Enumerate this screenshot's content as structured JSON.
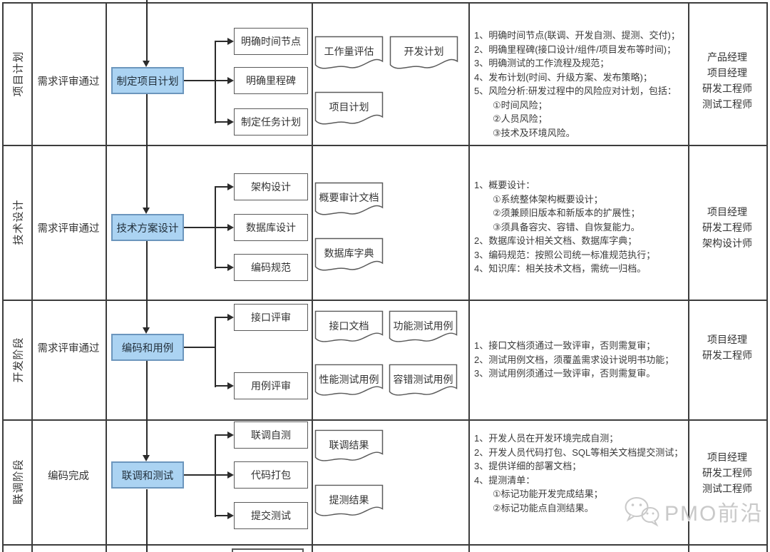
{
  "rows": [
    {
      "phase": "项目计划",
      "condition": "需求评审通过",
      "process": "制定项目计划",
      "tasks": [
        "明确时间节点",
        "明确里程碑",
        "制定任务计划"
      ],
      "documents": [
        "工作量评估",
        "开发计划",
        "项目计划"
      ],
      "notes": [
        "1、明确时间节点(联调、开发自测、提测、交付)；",
        "2、明确里程碑(接口设计/组件/项目发布等时间)；",
        "3、明确测试的工作流程及规范；",
        "4、发布计划(时间、升级方案、发布策略)；",
        "5、风险分析:研发过程中的风险应对计划，包括：",
        "①时间风险；",
        "②人员风险；",
        "③技术及环境风险。"
      ],
      "roles": [
        "产品经理",
        "项目经理",
        "研发工程师",
        "测试工程师"
      ]
    },
    {
      "phase": "技术设计",
      "condition": "需求评审通过",
      "process": "技术方案设计",
      "tasks": [
        "架构设计",
        "数据库设计",
        "编码规范"
      ],
      "documents": [
        "概要审计文档",
        "数据库字典"
      ],
      "notes": [
        "1、概要设计：",
        "①系统整体架构概要设计；",
        "②须兼顾旧版本和新版本的扩展性；",
        "③须具备容灾、容错、自恢复能力。",
        "2、数据库设计相关文档、数据库字典；",
        "3、编码规范：按照公司统一标准规范执行；",
        "4、知识库：相关技术文档，需统一归档。"
      ],
      "roles": [
        "项目经理",
        "研发工程师",
        "架构设计师"
      ]
    },
    {
      "phase": "开发阶段",
      "condition": "需求评审通过",
      "process": "编码和用例",
      "tasks": [
        "接口评审",
        "用例评审"
      ],
      "documents": [
        "接口文档",
        "功能测试用例",
        "性能测试用例",
        "容错测试用例"
      ],
      "notes": [
        "1、接口文档须通过一致评审，否则需复审；",
        "2、测试用例文档，须覆盖需求设计说明书功能；",
        "3、测试用例须通过一致评审，否则需复审。"
      ],
      "roles": [
        "项目经理",
        "研发工程师"
      ]
    },
    {
      "phase": "联调阶段",
      "condition": "编码完成",
      "process": "联调和测试",
      "tasks": [
        "联调自测",
        "代码打包",
        "提交测试"
      ],
      "documents": [
        "联调结果",
        "提测结果"
      ],
      "notes": [
        "1、开发人员在开发环境完成自测；",
        "2、开发人员代码打包、SQL等相关文档提交测试；",
        "3、提供详细的部署文档；",
        "4、提测清单：",
        "①标记功能开发完成结果；",
        "②标记功能点自测结果。"
      ],
      "roles": [
        "项目经理",
        "研发工程师",
        "测试工程师"
      ]
    }
  ],
  "watermark": {
    "label": "PMO前沿",
    "icon": "wechat-icon"
  },
  "colors": {
    "process_fill": "#abd3f2",
    "process_border": "#6c96bd",
    "connector": "#2b2b2b",
    "table_border": "#3c3c3c",
    "watermark": "#c9c9c9"
  }
}
